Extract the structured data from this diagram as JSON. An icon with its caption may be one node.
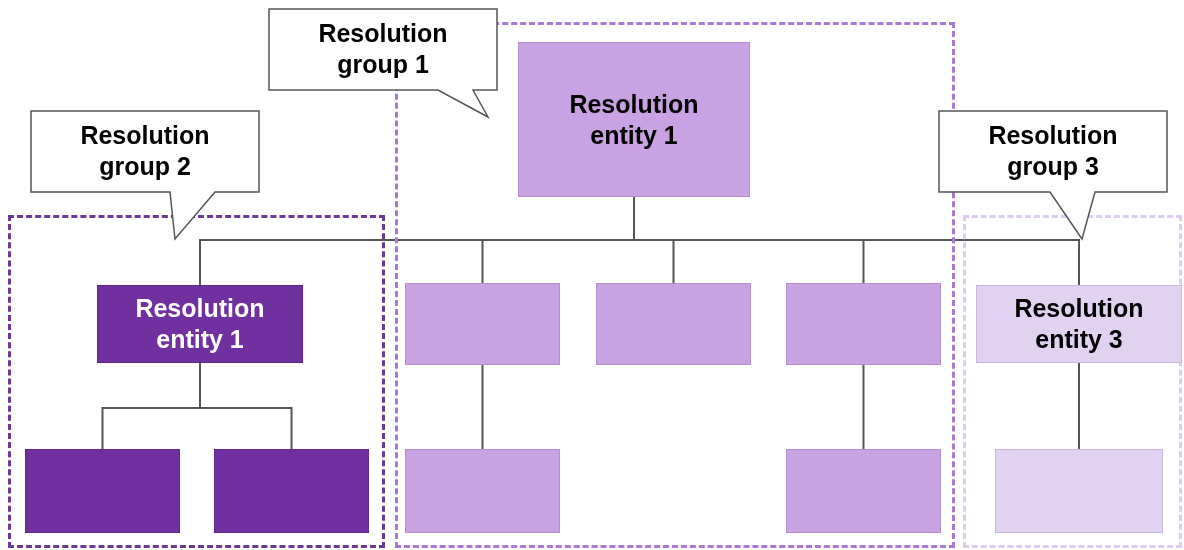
{
  "diagram": {
    "nodes": [
      {
        "text": [
          "Resolution group 1"
        ]
      },
      {
        "text": [],
        "shape": "box"
      },
      {
        "text": [
          "Resolution entity 1"
        ],
        "in": 1
      },
      {
        "text": [
          "Resolution group 2"
        ]
      },
      {
        "text": [
          "Resolution group 3"
        ]
      },
      {
        "text": [],
        "shape": "box"
      },
      {
        "text": [
          "Resolution entity 1"
        ],
        "in": 5
      },
      {
        "text": [],
        "shape": "box",
        "in": 5
      },
      {
        "text": [],
        "shape": "box",
        "in": 5
      },
      {
        "text": [],
        "shape": "box",
        "in": 1
      },
      {
        "text": [],
        "shape": "box",
        "in": 1
      },
      {
        "text": [],
        "shape": "box",
        "in": 1
      },
      {
        "text": [],
        "shape": "box"
      },
      {
        "text": [
          "Resolution entity 3"
        ],
        "in": 12
      },
      {
        "text": [],
        "shape": "box",
        "in": 1
      },
      {
        "text": [],
        "shape": "box",
        "in": 1
      },
      {
        "text": [],
        "shape": "box",
        "in": 12
      }
    ],
    "edges": [
      {
        "from": 2,
        "to": 6,
        "arrow": "none"
      },
      {
        "from": 2,
        "to": 9,
        "arrow": "none"
      },
      {
        "from": 2,
        "to": 10,
        "arrow": "none"
      },
      {
        "from": 2,
        "to": 11,
        "arrow": "none"
      },
      {
        "from": 2,
        "to": 13,
        "arrow": "none"
      },
      {
        "from": 6,
        "to": 7,
        "arrow": "none"
      },
      {
        "from": 6,
        "to": 8,
        "arrow": "none"
      },
      {
        "from": 9,
        "to": 14,
        "arrow": "none"
      },
      {
        "from": 11,
        "to": 15,
        "arrow": "none"
      },
      {
        "from": 13,
        "to": 16,
        "arrow": "none"
      }
    ]
  }
}
